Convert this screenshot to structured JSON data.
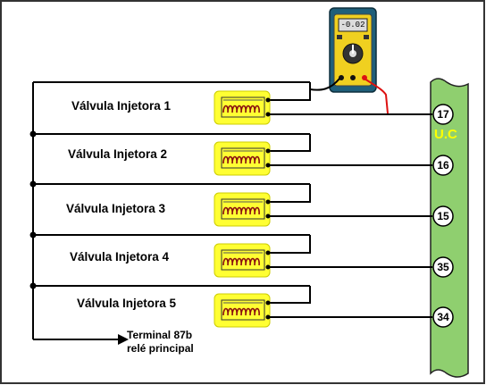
{
  "injectors": [
    {
      "label": "Válvula Injetora 1",
      "pin": "17"
    },
    {
      "label": "Válvula Injetora 2",
      "pin": "16"
    },
    {
      "label": "Válvula Injetora 3",
      "pin": "15"
    },
    {
      "label": "Válvula Injetora 4",
      "pin": "35"
    },
    {
      "label": "Válvula Injetora 5",
      "pin": "34"
    }
  ],
  "control_unit": {
    "label": "U.C",
    "color": "#8fcf6f"
  },
  "terminal": {
    "line1": "Terminal 87b",
    "line2": "relé principal"
  },
  "multimeter": {
    "display": "-0.02",
    "body_color": "#1f5f7a",
    "face_color": "#f0d020"
  },
  "colors": {
    "coil_bg": "#ffff33",
    "probe_red": "#dd1111",
    "frame": "#333333"
  }
}
